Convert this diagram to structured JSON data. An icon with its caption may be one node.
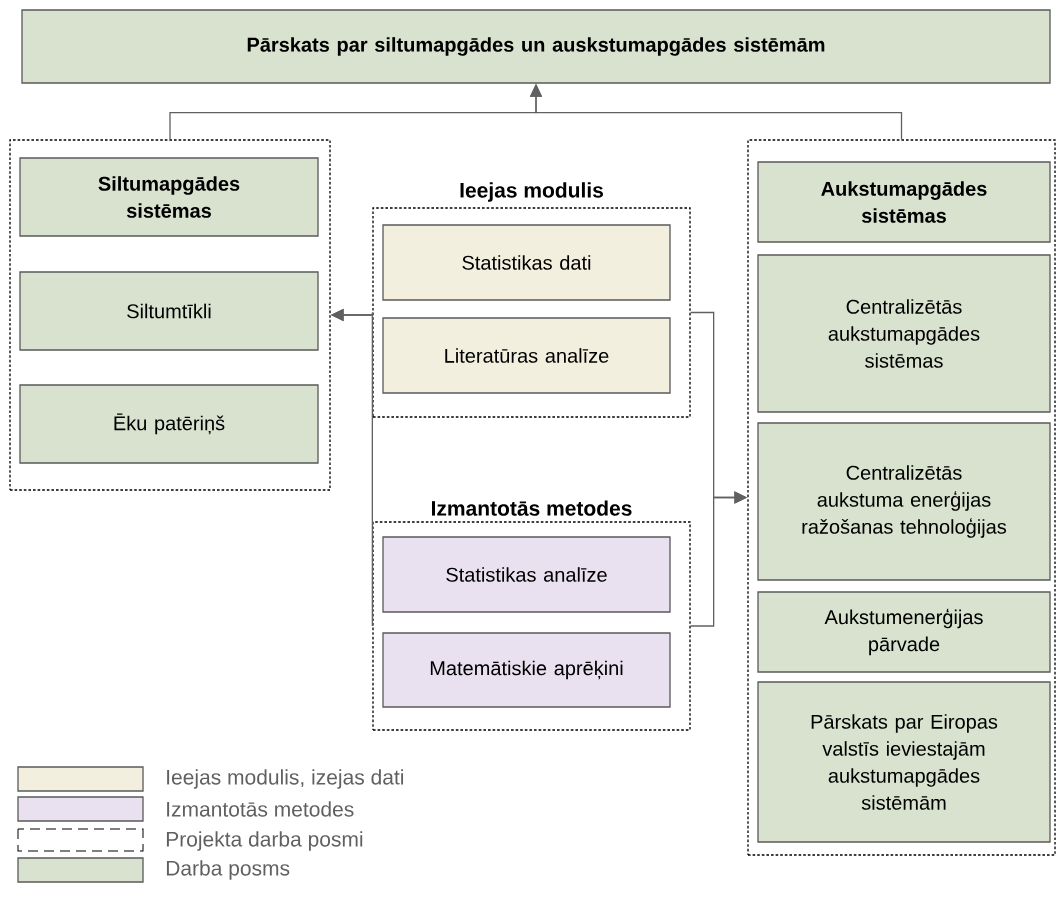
{
  "diagram": {
    "nodes": [
      {
        "text": [
          "Pārskats par siltumapgādes un auskstumapgādes sistēmām"
        ]
      },
      {
        "text": [],
        "shape": "box"
      },
      {
        "text": [
          "Siltumapgādes sistēmas"
        ],
        "in": 1
      },
      {
        "text": [
          "Siltumtīkli"
        ],
        "in": 1
      },
      {
        "text": [
          "Ēku patēriņš"
        ],
        "in": 1
      },
      {
        "text": [
          "Ieejas modulis"
        ]
      },
      {
        "text": [
          "Statistikas dati"
        ],
        "in": 5
      },
      {
        "text": [
          "Literatūras analīze"
        ],
        "in": 5
      },
      {
        "text": [
          "Izmantotās metodes"
        ]
      },
      {
        "text": [
          "Statistikas analīze"
        ],
        "in": 8
      },
      {
        "text": [
          "Matemātiskie aprēķini"
        ],
        "in": 8
      },
      {
        "text": [],
        "shape": "box"
      },
      {
        "text": [
          "Aukstumapgādes sistēmas"
        ],
        "in": 11
      },
      {
        "text": [
          "Centralizētās aukstumapgādes sistēmas"
        ],
        "in": 11
      },
      {
        "text": [
          "Centralizētās aukstuma enerģijas ražošanas tehnoloģijas"
        ],
        "in": 11
      },
      {
        "text": [
          "Aukstumenerģijas pārvade"
        ],
        "in": 11
      },
      {
        "text": [
          "Pārskats par Eiropas valstīs ieviestajām aukstumapgādes sistēmām"
        ],
        "in": 11
      }
    ],
    "edges": [
      {
        "from": 1,
        "to": 0,
        "arrow": "to"
      },
      {
        "from": 11,
        "to": 0,
        "arrow": "to"
      },
      {
        "from": 5,
        "to": 1,
        "arrow": "to"
      },
      {
        "from": 8,
        "to": 1,
        "arrow": "to"
      },
      {
        "from": 5,
        "to": 11,
        "arrow": "to"
      },
      {
        "from": 8,
        "to": 11,
        "arrow": "to"
      }
    ],
    "legend": [
      {
        "text": "Ieejas modulis, izejas dati",
        "color": "#f2efdf"
      },
      {
        "text": "Izmantotās metodes",
        "color": "#e9e1ef"
      },
      {
        "text": "Projekta darba posmi"
      },
      {
        "text": "Darba posms",
        "color": "#d8e2cf"
      }
    ]
  }
}
